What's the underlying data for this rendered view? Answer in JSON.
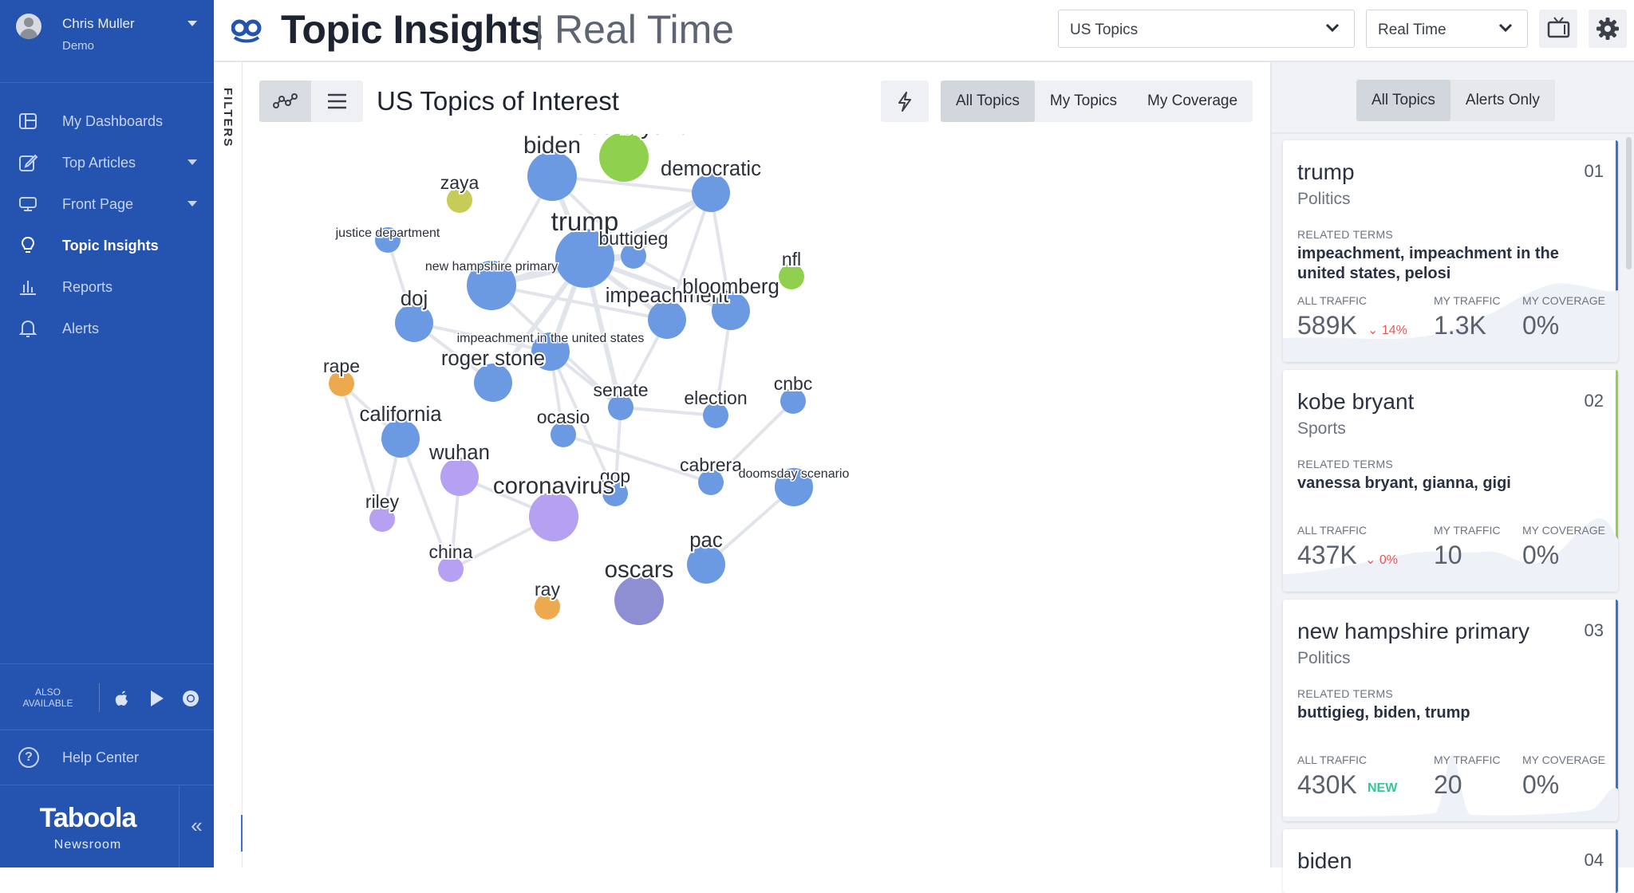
{
  "sidebar": {
    "user": {
      "name": "Chris Muller",
      "org": "Demo"
    },
    "items": [
      {
        "label": "My Dashboards",
        "icon": "dashboard-icon",
        "caret": false,
        "active": false
      },
      {
        "label": "Top Articles",
        "icon": "edit-icon",
        "caret": true,
        "active": false
      },
      {
        "label": "Front Page",
        "icon": "monitor-icon",
        "caret": true,
        "active": false
      },
      {
        "label": "Topic Insights",
        "icon": "lightbulb-icon",
        "caret": false,
        "active": true
      },
      {
        "label": "Reports",
        "icon": "bar-chart-icon",
        "caret": false,
        "active": false
      },
      {
        "label": "Alerts",
        "icon": "bell-icon",
        "caret": false,
        "active": false
      }
    ],
    "also_available": "ALSO AVAILABLE",
    "help": "Help Center",
    "brand": "Taboola",
    "brand_sub": "Newsroom"
  },
  "header": {
    "title": "Topic Insights",
    "separator": "|",
    "subtitle": "Real Time",
    "topic_select": "US Topics",
    "time_select": "Real Time"
  },
  "filters_label": "FILTERS",
  "main": {
    "title": "US Topics of Interest",
    "tabs": [
      "All Topics",
      "My Topics",
      "My Coverage"
    ]
  },
  "right": {
    "tabs": [
      "All Topics",
      "Alerts Only"
    ],
    "related_label": "RELATED TERMS",
    "metric_labels": [
      "ALL TRAFFIC",
      "MY TRAFFIC",
      "MY COVERAGE"
    ],
    "cards": [
      {
        "title": "trump",
        "rank": "01",
        "category": "Politics",
        "related": "impeachment, impeachment in the united states, pelosi",
        "all_traffic": "589K",
        "delta": "14%",
        "delta_type": "down",
        "my_traffic": "1.3K",
        "my_coverage": "0%",
        "accent": "#3b6fd4"
      },
      {
        "title": "kobe bryant",
        "rank": "02",
        "category": "Sports",
        "related": "vanessa bryant, gianna, gigi",
        "all_traffic": "437K",
        "delta": "0%",
        "delta_type": "down",
        "my_traffic": "10",
        "my_coverage": "0%",
        "accent": "#8fd14f"
      },
      {
        "title": "new hampshire primary",
        "rank": "03",
        "category": "Politics",
        "related": "buttigieg, biden, trump",
        "all_traffic": "430K",
        "delta": "NEW",
        "delta_type": "new",
        "my_traffic": "20",
        "my_coverage": "0%",
        "accent": "#3b6fd4"
      },
      {
        "title": "biden",
        "rank": "04",
        "category": "",
        "related": "",
        "all_traffic": "",
        "delta": "",
        "delta_type": "",
        "my_traffic": "",
        "my_coverage": "",
        "accent": "#3b6fd4"
      }
    ]
  },
  "graph": {
    "colors": {
      "politics": "#6b9ae2",
      "sports": "#8fd14f",
      "yellow": "#c6cc57",
      "orange": "#eda94d",
      "purple": "#b6a0f2",
      "slate": "#8e8fd2"
    },
    "nodes": [
      {
        "id": "trump",
        "label": "trump",
        "size": "xl",
        "color": "politics"
      },
      {
        "id": "biden",
        "label": "biden",
        "size": "l",
        "color": "politics"
      },
      {
        "id": "kobe",
        "label": "kobe bryant",
        "size": "l",
        "color": "sports"
      },
      {
        "id": "zaya",
        "label": "zaya",
        "size": "s",
        "color": "yellow"
      },
      {
        "id": "democratic",
        "label": "democratic",
        "size": "m",
        "color": "politics"
      },
      {
        "id": "justice",
        "label": "justice department",
        "size": "s",
        "color": "politics"
      },
      {
        "id": "buttigieg",
        "label": "buttigieg",
        "size": "s",
        "color": "politics"
      },
      {
        "id": "nfl",
        "label": "nfl",
        "size": "s",
        "color": "sports"
      },
      {
        "id": "nhp",
        "label": "new hampshire primary",
        "size": "l",
        "color": "politics"
      },
      {
        "id": "doj",
        "label": "doj",
        "size": "m",
        "color": "politics"
      },
      {
        "id": "impeachment",
        "label": "impeachment",
        "size": "m",
        "color": "politics"
      },
      {
        "id": "bloomberg",
        "label": "bloomberg",
        "size": "m",
        "color": "politics"
      },
      {
        "id": "impus",
        "label": "impeachment in the united states",
        "size": "m",
        "color": "politics"
      },
      {
        "id": "rape",
        "label": "rape",
        "size": "s",
        "color": "orange"
      },
      {
        "id": "roger",
        "label": "roger stone",
        "size": "m",
        "color": "politics"
      },
      {
        "id": "senate",
        "label": "senate",
        "size": "s",
        "color": "politics"
      },
      {
        "id": "election",
        "label": "election",
        "size": "s",
        "color": "politics"
      },
      {
        "id": "cnbc",
        "label": "cnbc",
        "size": "s",
        "color": "politics"
      },
      {
        "id": "california",
        "label": "california",
        "size": "m",
        "color": "politics"
      },
      {
        "id": "ocasio",
        "label": "ocasio",
        "size": "s",
        "color": "politics"
      },
      {
        "id": "wuhan",
        "label": "wuhan",
        "size": "m",
        "color": "purple"
      },
      {
        "id": "gop",
        "label": "gop",
        "size": "s",
        "color": "politics"
      },
      {
        "id": "cabrera",
        "label": "cabrera",
        "size": "s",
        "color": "politics"
      },
      {
        "id": "doomsday",
        "label": "doomsday scenario",
        "size": "m",
        "color": "politics"
      },
      {
        "id": "riley",
        "label": "riley",
        "size": "s",
        "color": "purple"
      },
      {
        "id": "coronavirus",
        "label": "coronavirus",
        "size": "l",
        "color": "purple"
      },
      {
        "id": "china",
        "label": "china",
        "size": "s",
        "color": "purple"
      },
      {
        "id": "pac",
        "label": "pac",
        "size": "m",
        "color": "politics"
      },
      {
        "id": "ray",
        "label": "ray",
        "size": "s",
        "color": "orange"
      },
      {
        "id": "oscars",
        "label": "oscars",
        "size": "l",
        "color": "slate"
      }
    ],
    "edges": [
      [
        "trump",
        "biden"
      ],
      [
        "trump",
        "democratic"
      ],
      [
        "trump",
        "buttigieg"
      ],
      [
        "trump",
        "nhp"
      ],
      [
        "trump",
        "impeachment"
      ],
      [
        "trump",
        "bloomberg"
      ],
      [
        "trump",
        "impus"
      ],
      [
        "trump",
        "roger"
      ],
      [
        "trump",
        "senate"
      ],
      [
        "biden",
        "democratic"
      ],
      [
        "biden",
        "buttigieg"
      ],
      [
        "biden",
        "nhp"
      ],
      [
        "democratic",
        "buttigieg"
      ],
      [
        "democratic",
        "impeachment"
      ],
      [
        "democratic",
        "bloomberg"
      ],
      [
        "buttigieg",
        "nhp"
      ],
      [
        "buttigieg",
        "bloomberg"
      ],
      [
        "nhp",
        "impeachment"
      ],
      [
        "nhp",
        "senate"
      ],
      [
        "justice",
        "doj"
      ],
      [
        "doj",
        "impus"
      ],
      [
        "doj",
        "roger"
      ],
      [
        "impeachment",
        "senate"
      ],
      [
        "impus",
        "ocasio"
      ],
      [
        "impus",
        "senate"
      ],
      [
        "senate",
        "election"
      ],
      [
        "senate",
        "gop"
      ],
      [
        "election",
        "bloomberg"
      ],
      [
        "gop",
        "impus"
      ],
      [
        "ocasio",
        "cabrera"
      ],
      [
        "cabrera",
        "cnbc"
      ],
      [
        "doomsday",
        "pac"
      ],
      [
        "rape",
        "california"
      ],
      [
        "rape",
        "riley"
      ],
      [
        "california",
        "riley"
      ],
      [
        "california",
        "china"
      ],
      [
        "wuhan",
        "china"
      ],
      [
        "wuhan",
        "coronavirus"
      ],
      [
        "china",
        "coronavirus"
      ]
    ]
  }
}
